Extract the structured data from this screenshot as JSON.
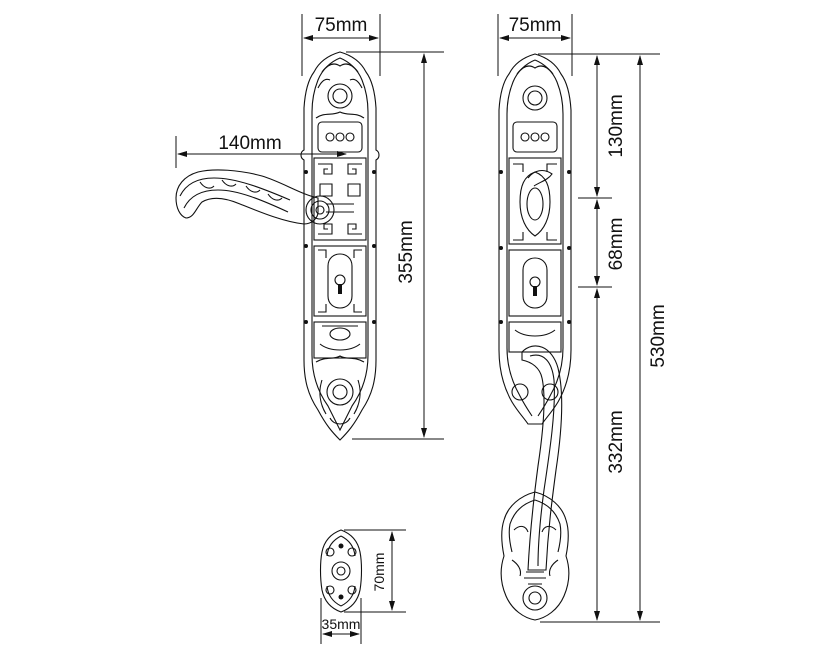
{
  "dimensions": {
    "lever_plate_width": "75mm",
    "lever_length": "140mm",
    "lever_plate_height": "355mm",
    "grip_plate_width": "75mm",
    "grip_top_section": "130mm",
    "grip_middle_section": "68mm",
    "grip_handle_length": "332mm",
    "grip_total_height": "530mm",
    "rosette_height": "70mm",
    "rosette_width": "35mm"
  },
  "colors": {
    "ink": "#111111",
    "background": "#ffffff"
  }
}
